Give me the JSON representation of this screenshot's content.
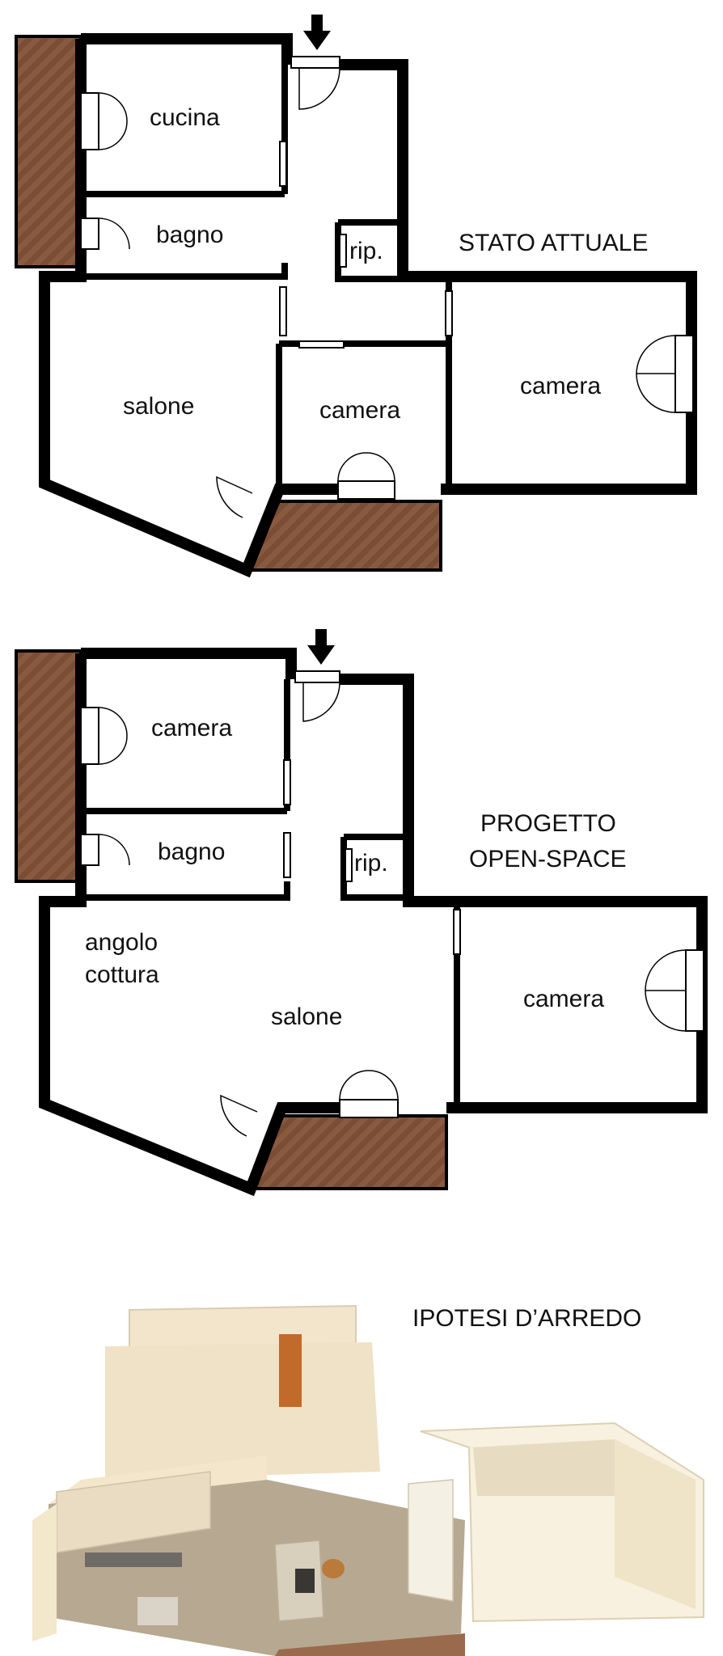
{
  "colors": {
    "wall": "#000000",
    "balcony": "#8a5a40",
    "balcony_pattern": "#6f442d",
    "floor_wood": "#b9ab96",
    "wall_cream": "#f4ead6",
    "wall_shadow": "#e2d5bc"
  },
  "plan_current": {
    "title": "STATO ATTUALE",
    "rooms": {
      "cucina": "cucina",
      "bagno": "bagno",
      "rip": "rip.",
      "salone": "salone",
      "camera_small": "camera",
      "camera_large": "camera"
    }
  },
  "plan_project": {
    "title_line1": "PROGETTO",
    "title_line2": "OPEN-SPACE",
    "rooms": {
      "camera_top": "camera",
      "bagno": "bagno",
      "rip": "rip.",
      "angolo_line1": "angolo",
      "angolo_line2": "cottura",
      "salone": "salone",
      "camera_large": "camera"
    }
  },
  "render": {
    "title": "IPOTESI D’ARREDO"
  },
  "icons": {
    "entrance": "entrance-arrow-icon"
  }
}
